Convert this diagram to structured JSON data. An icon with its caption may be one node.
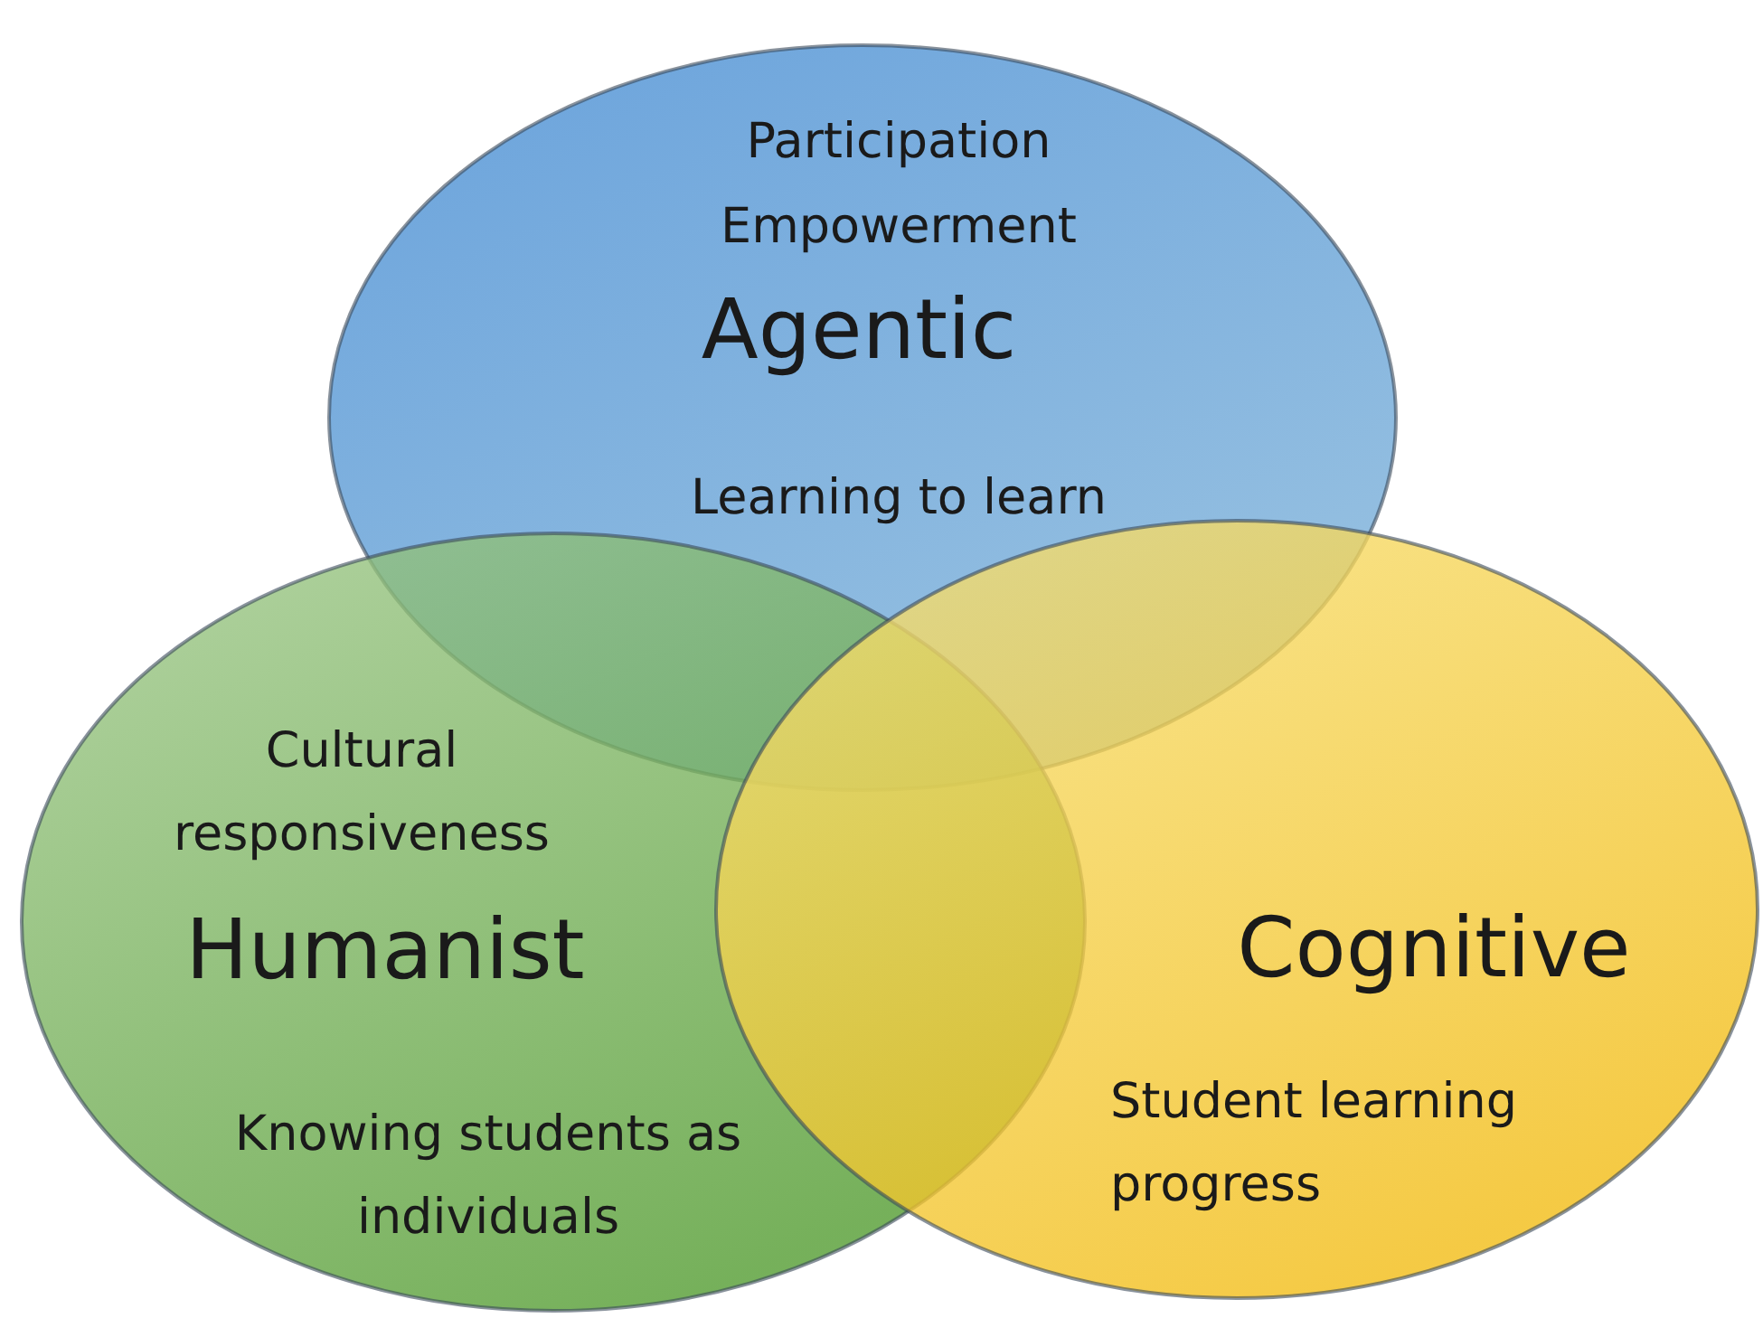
{
  "diagram": {
    "nodes": [
      {
        "text": [
          "Participation",
          "Empowerment",
          "Agentic",
          "Learning to learn"
        ]
      },
      {
        "text": [
          "Cultural responsiveness",
          "Humanist",
          "Knowing students as individuals"
        ]
      },
      {
        "text": [
          "Cognitive",
          "Student learning progress"
        ]
      }
    ]
  }
}
